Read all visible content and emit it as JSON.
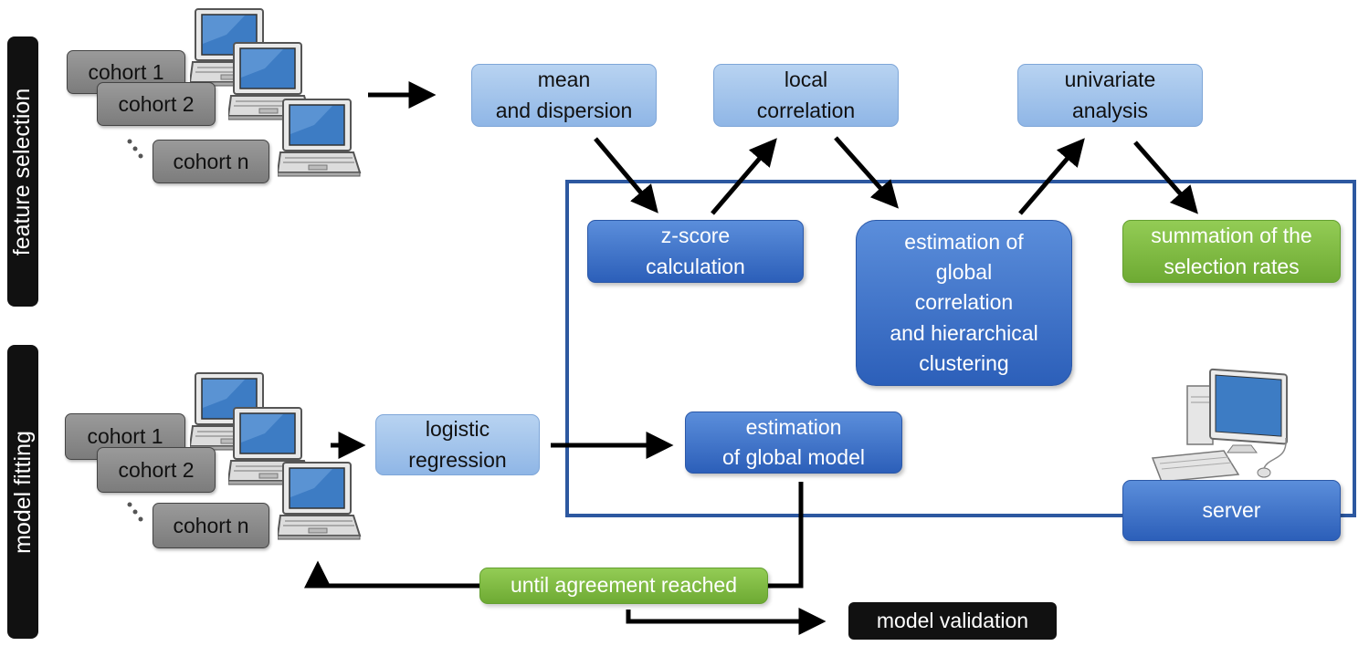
{
  "sections": {
    "feature_selection": "feature selection",
    "model_fitting": "model fitting"
  },
  "feature_selection": {
    "cohorts": [
      "cohort 1",
      "cohort 2",
      "cohort n"
    ],
    "local_steps": {
      "mean_dispersion": "mean\nand dispersion",
      "local_correlation": "local\ncorrelation",
      "univariate": "univariate\nanalysis"
    },
    "server_steps": {
      "zscore": "z-score\ncalculation",
      "global_correlation": "estimation of\nglobal\ncorrelation\nand hierarchical\nclustering",
      "summation": "summation of the\nselection rates"
    }
  },
  "model_fitting": {
    "cohorts": [
      "cohort 1",
      "cohort 2",
      "cohort n"
    ],
    "logistic": "logistic\nregression",
    "global_model": "estimation\nof global model",
    "loop": "until agreement reached",
    "validation": "model validation"
  },
  "server_label": "server",
  "colors": {
    "light_box": "#a4c5ec",
    "dark_box": "#3b6fc6",
    "green_box": "#7ab83f",
    "frame": "#2d58a0",
    "cohort": "#8c8c8c",
    "label_bg": "#111111"
  },
  "icons": [
    "laptop-icon",
    "desktop-computer-icon",
    "ellipsis-dots-icon"
  ]
}
